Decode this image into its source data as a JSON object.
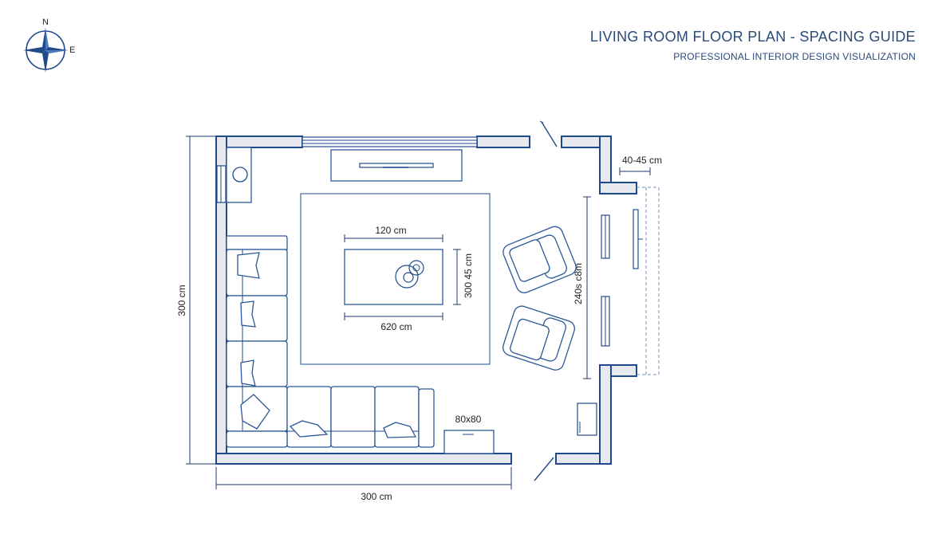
{
  "header": {
    "title": "LIVING ROOM FLOOR PLAN - SPACING GUIDE",
    "subtitle": "PROFESSIONAL INTERIOR DESIGN VISUALIZATION"
  },
  "compass": {
    "north_label": "N",
    "east_label": "E",
    "icon": "compass-rose-icon"
  },
  "dimensions": {
    "room_height": "300 cm",
    "room_width": "300 cm",
    "table_length": "120 cm",
    "table_clearance": "620 cm",
    "table_side": "300 45 cm",
    "armchair_span": "240s c8m",
    "window_depth": "40-45 cm",
    "side_table": "80x80"
  },
  "colors": {
    "line": "#1f4a8a",
    "wall_fill": "#e7e9ee",
    "text": "#222222",
    "title": "#2a4a7a"
  }
}
